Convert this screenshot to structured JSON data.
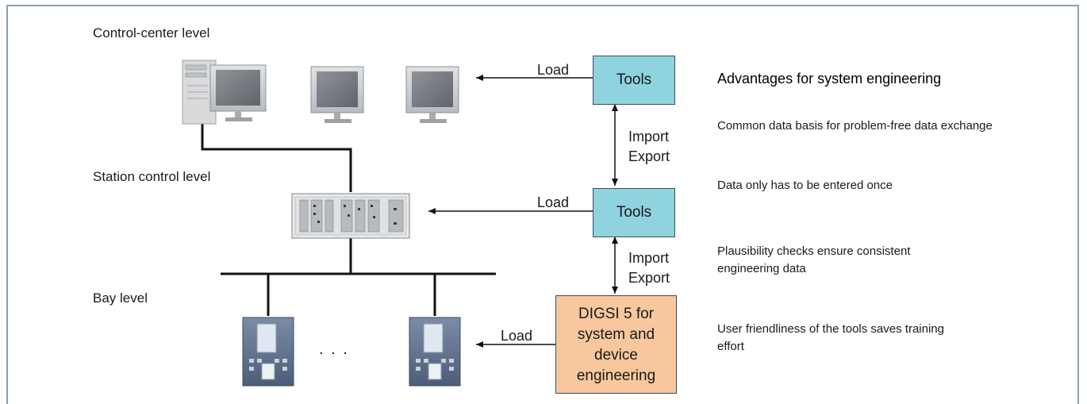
{
  "levels": {
    "control_center": "Control-center level",
    "station_control": "Station control level",
    "bay": "Bay level"
  },
  "flow": {
    "load_label": "Load",
    "import_label": "Import",
    "export_label": "Export",
    "tools_label": "Tools",
    "digsi_lines": [
      "DIGSI 5 for",
      "system and",
      "device",
      "engineering"
    ]
  },
  "ellipsis": ". . .",
  "advantages": {
    "title": "Advantages for system engineering",
    "items": [
      "Common data basis for problem-free data exchange",
      "Data only has to be entered once",
      "Plausibility checks ensure consistent engineering data",
      "User friendliness of the tools saves training effort"
    ]
  },
  "colors": {
    "tools_fill": "#8fd3de",
    "digsi_fill": "#f8c79d",
    "frame": "#8a9fb3"
  },
  "icons": [
    "desktop-pc-icon",
    "monitor-icon",
    "monitor-icon",
    "station-controller-rack-icon",
    "protection-device-icon",
    "protection-device-icon"
  ]
}
